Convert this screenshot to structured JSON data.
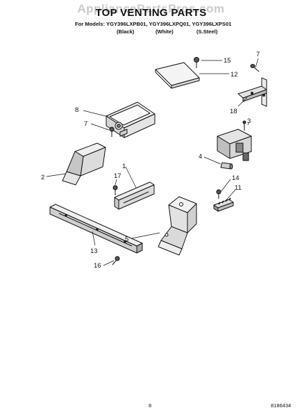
{
  "watermark": "AppliancePartsPros.com",
  "header": {
    "title": "TOP VENTING PARTS",
    "models_line": "For Models: YGY396LXPB01, YGY396LXPQ01, YGY396LXPS01",
    "colors": [
      "(Black)",
      "(White)",
      "(S.Steel)"
    ]
  },
  "callouts": {
    "c15": "15",
    "c12": "12",
    "c7a": "7",
    "c18": "18",
    "c8": "8",
    "c7b": "7",
    "c3": "3",
    "c4": "4",
    "c2": "2",
    "c1": "1",
    "c17": "17",
    "c14": "14",
    "c11": "11",
    "c5": "5",
    "c13": "13",
    "c16": "16"
  },
  "footer": {
    "page_number": "8",
    "document_number": "8186434"
  }
}
